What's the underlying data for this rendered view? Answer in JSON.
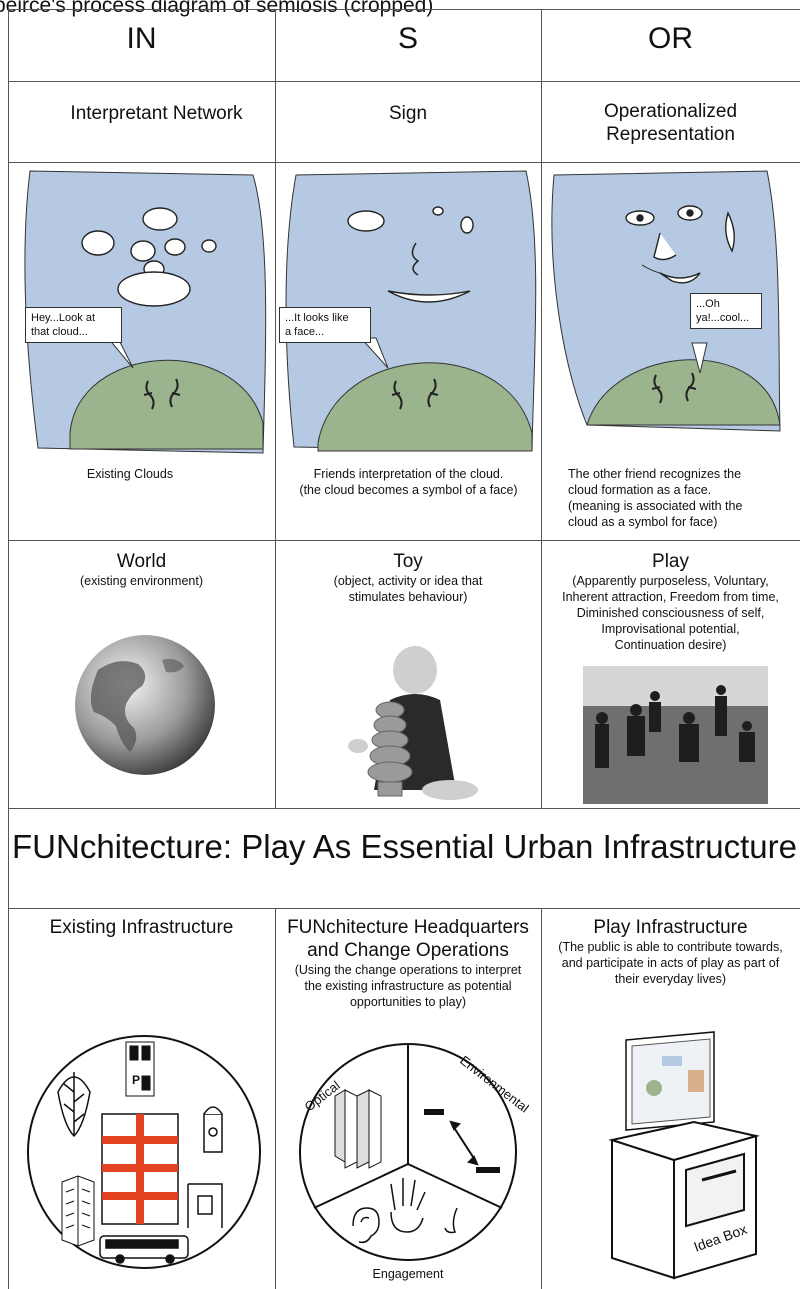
{
  "top_text": "peirce's process diagram of semiosis (cropped)",
  "row1": {
    "col1": "IN",
    "col2": "S",
    "col3": "OR"
  },
  "row2": {
    "col1": "Interpretant Network",
    "col2": "Sign",
    "col3_line1": "Operationalized",
    "col3_line2": "Representation"
  },
  "row3": {
    "bubble1_line1": "Hey...Look at",
    "bubble1_line2": "that cloud...",
    "bubble2_line1": "...It looks like",
    "bubble2_line2": "a face...",
    "bubble3_line1": "...Oh",
    "bubble3_line2": "ya!...cool...",
    "caption1": "Existing Clouds",
    "caption2_line1": "Friends interpretation of the cloud.",
    "caption2_line2": "(the cloud becomes a symbol of a face)",
    "caption3_line1": "The other friend recognizes the",
    "caption3_line2": "cloud formation as a face.",
    "caption3_line3": "(meaning is associated with the",
    "caption3_line4": "cloud as a symbol for face)"
  },
  "row4": {
    "col1_title": "World",
    "col1_sub": "(existing environment)",
    "col2_title": "Toy",
    "col2_sub_line1": "(object, activity or idea that",
    "col2_sub_line2": "stimulates behaviour)",
    "col3_title": "Play",
    "col3_sub_line1": "(Apparently purposeless, Voluntary,",
    "col3_sub_line2": "Inherent attraction, Freedom from time,",
    "col3_sub_line3": "Diminished consciousness of self,",
    "col3_sub_line4": "Improvisational potential,",
    "col3_sub_line5": "Continuation desire)"
  },
  "heading": "FUNchitecture: Play As Essential Urban Infrastructure",
  "row5": {
    "col1_title": "Existing Infrastructure",
    "col2_title_line1": "FUNchitecture Headquarters",
    "col2_title_line2": "and Change Operations",
    "col2_sub_line1": "(Using the change operations to interpret",
    "col2_sub_line2": "the existing infrastructure as potential",
    "col2_sub_line3": "opportunities to  play)",
    "col3_title": "Play Infrastructure",
    "col3_sub_line1": "(The public is able to contribute towards,",
    "col3_sub_line2": "and participate in acts of play as part of",
    "col3_sub_line3": "their everyday lives)",
    "pie_optical": "Optical",
    "pie_environmental": "Environmental",
    "pie_engagement": "Engagement",
    "parking_label": "P",
    "idea_box_label": "Idea Box"
  },
  "colors": {
    "sky": "#b5c9e2",
    "hill": "#9cb48e",
    "red": "#e2421f"
  }
}
